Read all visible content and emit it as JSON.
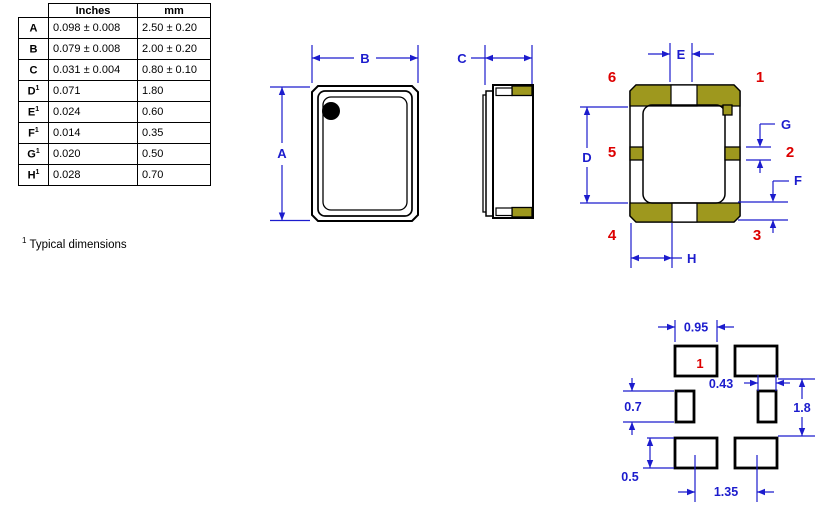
{
  "colors": {
    "dimension_blue": "#1c1ccd",
    "pin_red": "#dd0000",
    "pad_olive": "#9e981e"
  },
  "dimension_table": {
    "col_headers": [
      "Inches",
      "mm"
    ],
    "rows": [
      {
        "label": "A",
        "sup": "",
        "inches": "0.098 ± 0.008",
        "mm": "2.50 ± 0.20"
      },
      {
        "label": "B",
        "sup": "",
        "inches": "0.079 ± 0.008",
        "mm": "2.00 ± 0.20"
      },
      {
        "label": "C",
        "sup": "",
        "inches": "0.031 ± 0.004",
        "mm": "0.80 ± 0.10"
      },
      {
        "label": "D",
        "sup": "1",
        "inches": "0.071",
        "mm": "1.80"
      },
      {
        "label": "E",
        "sup": "1",
        "inches": "0.024",
        "mm": "0.60"
      },
      {
        "label": "F",
        "sup": "1",
        "inches": "0.014",
        "mm": "0.35"
      },
      {
        "label": "G",
        "sup": "1",
        "inches": "0.020",
        "mm": "0.50"
      },
      {
        "label": "H",
        "sup": "1",
        "inches": "0.028",
        "mm": "0.70"
      }
    ],
    "footnote_marker": "1",
    "footnote_text": "Typical dimensions"
  },
  "top_view": {
    "width_label": "B",
    "height_label": "A"
  },
  "side_view": {
    "thickness_label": "C"
  },
  "bottom_view": {
    "labels": {
      "d": "D",
      "e": "E",
      "f": "F",
      "g": "G",
      "h": "H"
    },
    "pins": {
      "p1": "1",
      "p2": "2",
      "p3": "3",
      "p4": "4",
      "p5": "5",
      "p6": "6"
    }
  },
  "land_pattern": {
    "pin1": "1",
    "dims": {
      "pad_width": "0.95",
      "center_offset": "0.43",
      "side_pad_height": "0.7",
      "vertical_span": "1.8",
      "pad_height": "0.5",
      "horizontal_span": "1.35"
    }
  }
}
